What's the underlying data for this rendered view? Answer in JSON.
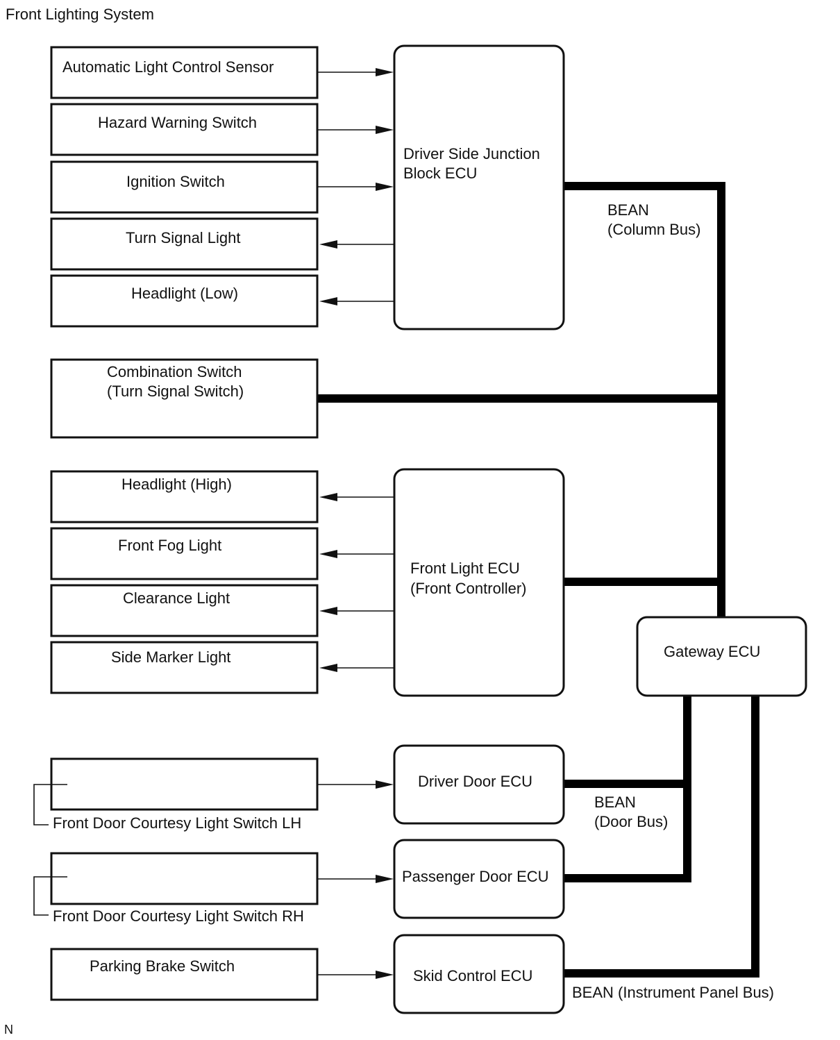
{
  "title": "Front Lighting System",
  "footer_code": "N",
  "components": {
    "auto_light_sensor": "Automatic Light Control Sensor",
    "hazard_switch": "Hazard Warning Switch",
    "ignition_switch": "Ignition Switch",
    "turn_signal_light": "Turn Signal Light",
    "headlight_low": "Headlight (Low)",
    "combination_switch": [
      "Combination Switch",
      "(Turn Signal Switch)"
    ],
    "headlight_high": "Headlight (High)",
    "front_fog_light": "Front Fog Light",
    "clearance_light": "Clearance Light",
    "side_marker_light": "Side Marker Light",
    "door_switch_lh": "Front Door Courtesy Light Switch LH",
    "door_switch_rh": "Front Door Courtesy Light Switch RH",
    "parking_brake_switch": "Parking Brake Switch"
  },
  "ecus": {
    "driver_side_jb": [
      "Driver Side Junction",
      "Block ECU"
    ],
    "front_light": [
      "Front Light ECU",
      "(Front Controller)"
    ],
    "gateway": "Gateway ECU",
    "driver_door": "Driver Door ECU",
    "passenger_door": "Passenger Door ECU",
    "skid_control": "Skid Control ECU"
  },
  "buses": {
    "column": [
      "BEAN",
      "(Column Bus)"
    ],
    "door": [
      "BEAN",
      "(Door Bus)"
    ],
    "instrument_panel": "BEAN (Instrument Panel Bus)"
  }
}
